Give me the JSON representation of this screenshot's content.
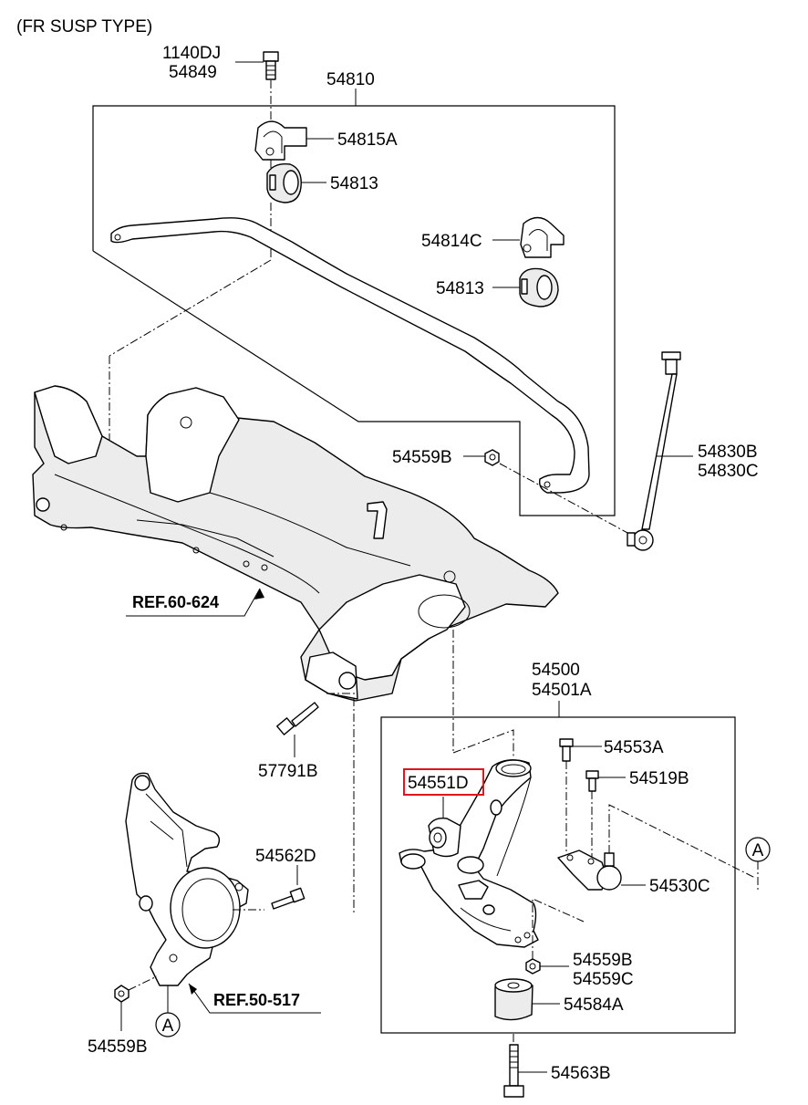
{
  "title": "(FR SUSP TYPE)",
  "labels": {
    "p1140dj": "1140DJ",
    "p54849": "54849",
    "p54810": "54810",
    "p54815a": "54815A",
    "p54813_top": "54813",
    "p54814c": "54814C",
    "p54813_low": "54813",
    "p54559b_mid": "54559B",
    "p54830b": "54830B",
    "p54830c": "54830C",
    "ref60": "REF.60-624",
    "p57791b": "57791B",
    "p54500": "54500",
    "p54501a": "54501A",
    "p54553a": "54553A",
    "p54551d": "54551D",
    "p54519b": "54519B",
    "p54562d": "54562D",
    "p54530c": "54530C",
    "p54559b_arm": "54559B",
    "p54559c": "54559C",
    "ref50": "REF.50-517",
    "p54584a": "54584A",
    "p54559b_knuckle": "54559B",
    "p54563b": "54563B",
    "circle_a_right": "A",
    "circle_a_left": "A"
  },
  "highlight_color": "#e0141e"
}
